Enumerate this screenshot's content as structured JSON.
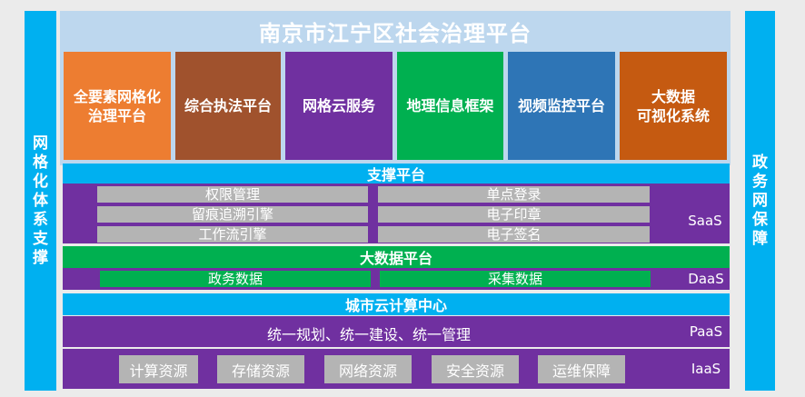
{
  "left_side": {
    "chars": [
      "网",
      "格",
      "化",
      "体",
      "系",
      "支",
      "撑"
    ]
  },
  "right_side": {
    "chars": [
      "政",
      "务",
      "网",
      "保",
      "障"
    ]
  },
  "title": "南京市江宁区社会治理平台",
  "apps": [
    {
      "label": "全要素网格化\n治理平台",
      "color": "#ed7d31"
    },
    {
      "label": "综合执法平台",
      "color": "#a0522d"
    },
    {
      "label": "网格云服务",
      "color": "#7030a0"
    },
    {
      "label": "地理信息框架",
      "color": "#00b050"
    },
    {
      "label": "视频监控平台",
      "color": "#2e75b6"
    },
    {
      "label": "大数据\n可视化系统",
      "color": "#c55a11"
    }
  ],
  "support": {
    "title": "支撑平台",
    "tag": "SaaS",
    "items": [
      "权限管理",
      "单点登录",
      "留痕追溯引擎",
      "电子印章",
      "工作流引擎",
      "电子签名"
    ]
  },
  "bigdata": {
    "title": "大数据平台",
    "tag": "DaaS",
    "items": [
      "政务数据",
      "采集数据"
    ]
  },
  "cloud": {
    "title": "城市云计算中心",
    "paas_tag": "PaaS",
    "paas_text": "统一规划、统一建设、统一管理",
    "iaas_tag": "IaaS",
    "resources": [
      "计算资源",
      "存储资源",
      "网络资源",
      "安全资源",
      "运维保障"
    ]
  }
}
